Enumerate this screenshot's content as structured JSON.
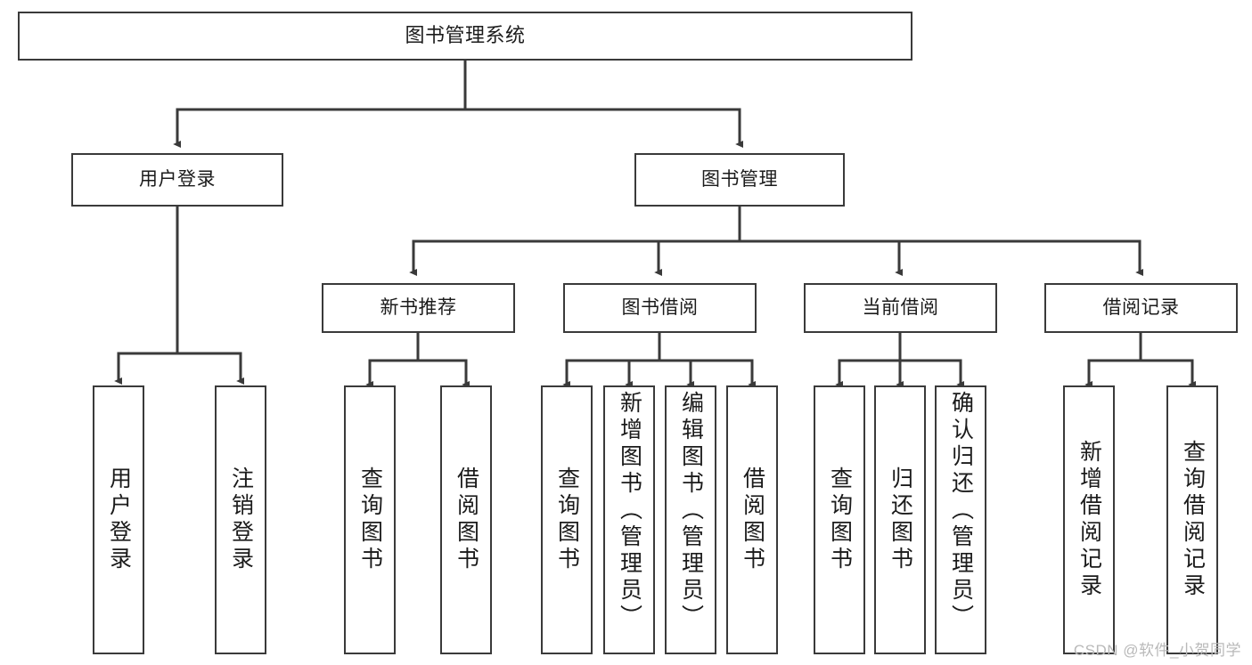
{
  "diagram": {
    "title": "图书管理系统",
    "type": "功能结构图",
    "style": {
      "box_border_color": "#3a3a3a",
      "box_fill_color": "#ffffff",
      "edge_color": "#3a3a3a",
      "text_color": "#1b1b1b",
      "background": "#ffffff",
      "watermark_color": "#b9b9b9"
    },
    "nodes": {
      "root": {
        "label": "图书管理系统"
      },
      "level2": [
        {
          "id": "user-login",
          "label": "用户登录"
        },
        {
          "id": "book-management",
          "label": "图书管理"
        }
      ],
      "level3": [
        {
          "id": "new-book-recommend",
          "label": "新书推荐"
        },
        {
          "id": "book-borrow",
          "label": "图书借阅"
        },
        {
          "id": "current-borrow",
          "label": "当前借阅"
        },
        {
          "id": "borrow-record",
          "label": "借阅记录"
        }
      ],
      "leaves": {
        "user-login": [
          {
            "id": "leaf-user-login",
            "label": "用户登录"
          },
          {
            "id": "leaf-logout",
            "label": "注销登录"
          }
        ],
        "new-book-recommend": [
          {
            "id": "leaf-query-book-1",
            "label": "查询图书"
          },
          {
            "id": "leaf-borrow-book-1",
            "label": "借阅图书"
          }
        ],
        "book-borrow": [
          {
            "id": "leaf-query-book-2",
            "label": "查询图书"
          },
          {
            "id": "leaf-add-book",
            "label": "新增图书（管理员）"
          },
          {
            "id": "leaf-edit-book",
            "label": "编辑图书（管理员）"
          },
          {
            "id": "leaf-borrow-book-2",
            "label": "借阅图书"
          }
        ],
        "current-borrow": [
          {
            "id": "leaf-query-book-3",
            "label": "查询图书"
          },
          {
            "id": "leaf-return-book",
            "label": "归还图书"
          },
          {
            "id": "leaf-confirm-return",
            "label": "确认归还（管理员）"
          }
        ],
        "borrow-record": [
          {
            "id": "leaf-add-record",
            "label": "新增借阅记录"
          },
          {
            "id": "leaf-query-record",
            "label": "查询借阅记录"
          }
        ]
      }
    },
    "edges": [
      {
        "from": "图书管理系统",
        "to": "用户登录"
      },
      {
        "from": "图书管理系统",
        "to": "图书管理"
      },
      {
        "from": "用户登录",
        "to": "用户登录"
      },
      {
        "from": "用户登录",
        "to": "注销登录"
      },
      {
        "from": "图书管理",
        "to": "新书推荐"
      },
      {
        "from": "图书管理",
        "to": "图书借阅"
      },
      {
        "from": "图书管理",
        "to": "当前借阅"
      },
      {
        "from": "图书管理",
        "to": "借阅记录"
      },
      {
        "from": "新书推荐",
        "to": "查询图书"
      },
      {
        "from": "新书推荐",
        "to": "借阅图书"
      },
      {
        "from": "图书借阅",
        "to": "查询图书"
      },
      {
        "from": "图书借阅",
        "to": "新增图书（管理员）"
      },
      {
        "from": "图书借阅",
        "to": "编辑图书（管理员）"
      },
      {
        "from": "图书借阅",
        "to": "借阅图书"
      },
      {
        "from": "当前借阅",
        "to": "查询图书"
      },
      {
        "from": "当前借阅",
        "to": "归还图书"
      },
      {
        "from": "当前借阅",
        "to": "确认归还（管理员）"
      },
      {
        "from": "借阅记录",
        "to": "新增借阅记录"
      },
      {
        "from": "借阅记录",
        "to": "查询借阅记录"
      }
    ]
  },
  "watermark": {
    "text": "CSDN @软件_小贺同学"
  }
}
